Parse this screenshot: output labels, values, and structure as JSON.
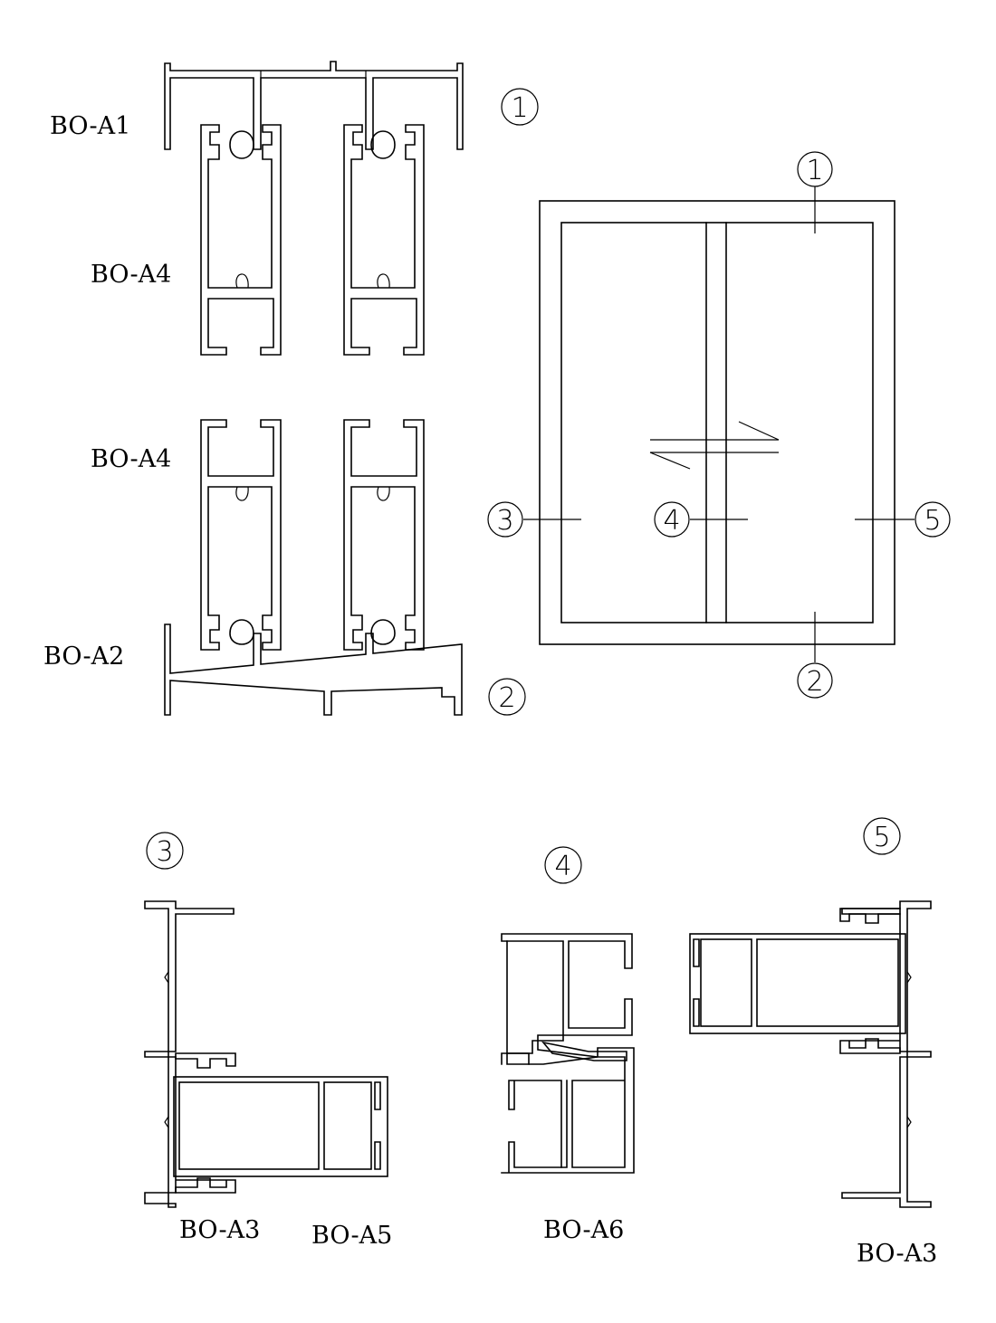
{
  "labels": {
    "bo_a1": "BO-A1",
    "bo_a4_top": "BO-A4",
    "bo_a4_bottom": "BO-A4",
    "bo_a2": "BO-A2",
    "bo_a3_left": "BO-A3",
    "bo_a5": "BO-A5",
    "bo_a6": "BO-A6",
    "bo_a3_right": "BO-A3"
  },
  "markers": {
    "m1": "1",
    "m2": "2",
    "m3": "3",
    "m4": "4",
    "m5": "5"
  }
}
